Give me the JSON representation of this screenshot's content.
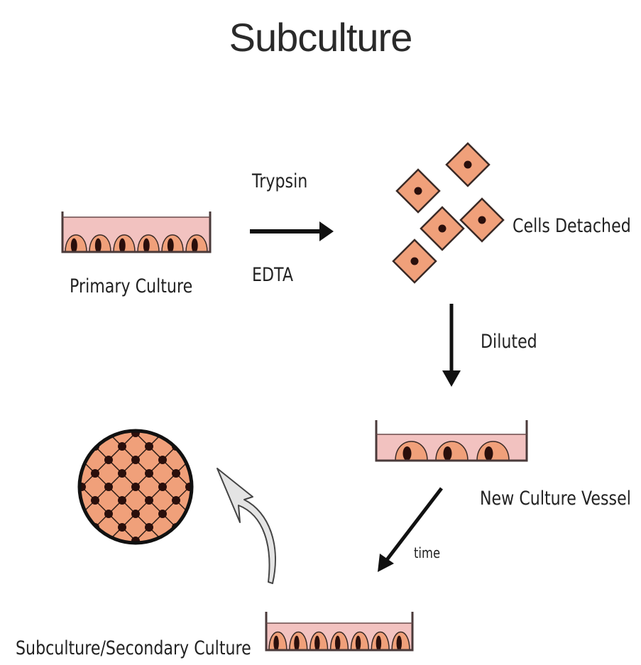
{
  "title": "Subculture",
  "labels": {
    "primary_culture": "Primary Culture",
    "trypsin": "Trypsin",
    "edta": "EDTA",
    "cells_detached": "Cells Detached",
    "diluted": "Diluted",
    "new_culture_vessel": "New Culture Vessel",
    "time": "time",
    "subculture_secondary": "Subculture/Secondary Culture"
  },
  "colors": {
    "cell_fill": "#f0a07a",
    "cell_outline": "#3a2a26",
    "nucleus": "#2a0f0c",
    "medium_fill": "#f2c2c0",
    "vessel_outline": "#4a3a3a",
    "arrow": "#111111",
    "curved_arrow_fill": "#e4e4e4"
  },
  "diagram": {
    "primary_culture_cells": 6,
    "new_vessel_cells": 3,
    "final_vessel_cells": 7,
    "detached_cells": 5
  }
}
